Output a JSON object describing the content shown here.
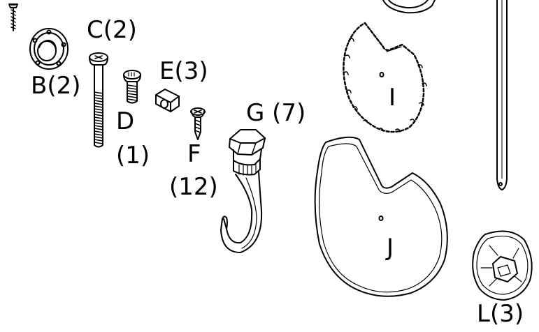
{
  "labels": {
    "b": "B(2)",
    "c": "C(2)",
    "d_letter": "D",
    "d_qty": "(1)",
    "e": "E(3)",
    "f_letter": "F",
    "f_qty": "(12)",
    "g": "G (7)",
    "i": "I",
    "j": "J",
    "l": "L(3)"
  },
  "colors": {
    "ink": "#000000",
    "paper": "#ffffff"
  }
}
